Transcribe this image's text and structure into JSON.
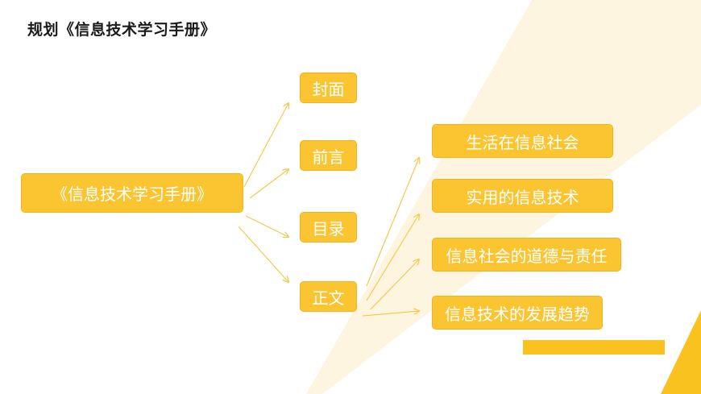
{
  "title": "规划《信息技术学习手册》",
  "root": "《信息技术学习手册》",
  "level1": [
    "封面",
    "前言",
    "目录",
    "正文"
  ],
  "level2": [
    "生活在信息社会",
    "实用的信息技术",
    "信息社会的道德与责任",
    "信息技术的发展趋势"
  ],
  "colors": {
    "node_fill": "#fbc531",
    "node_border": "#f0b31c",
    "arrow": "#f6c84c",
    "deco_light": "#fdf5e0",
    "deco_dark": "#f9c21e"
  }
}
